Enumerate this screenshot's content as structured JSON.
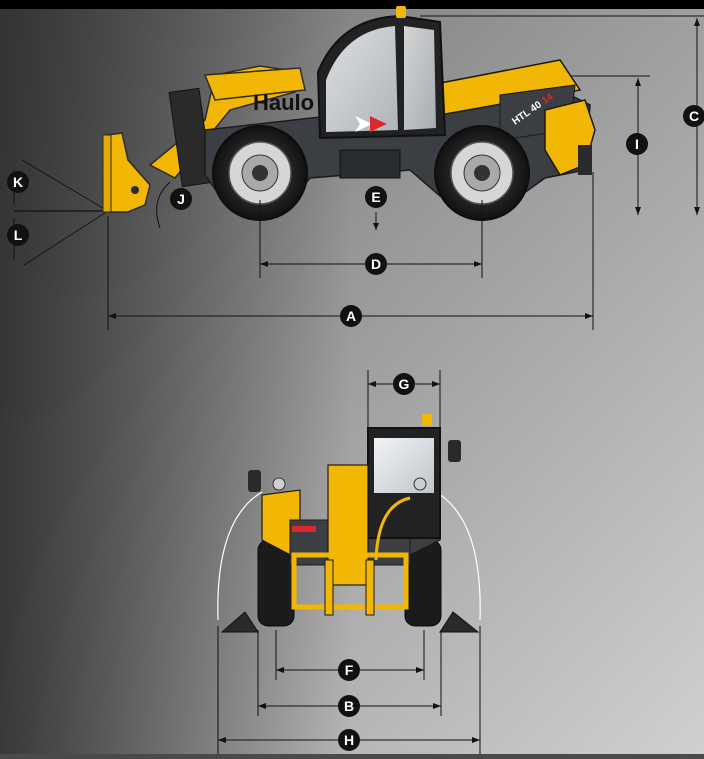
{
  "machine": {
    "brand": "Haulo",
    "model_prefix": "HTL 40",
    "model_suffix": "14"
  },
  "dimension_markers": {
    "A": "A",
    "B": "B",
    "C": "C",
    "D": "D",
    "E": "E",
    "F": "F",
    "G": "G",
    "H": "H",
    "I": "I",
    "J": "J",
    "K": "K",
    "L": "L"
  },
  "colors": {
    "body_yellow": "#f2b705",
    "chassis_dark": "#3b3f43",
    "tire_black": "#1b1b1b",
    "rim_light": "#d6d6d6",
    "accent_red": "#d9292b",
    "marker_fill": "#111111",
    "marker_text": "#ffffff",
    "dimension_line": "#111111"
  },
  "views": {
    "side": "side-elevation",
    "front": "front-elevation"
  }
}
